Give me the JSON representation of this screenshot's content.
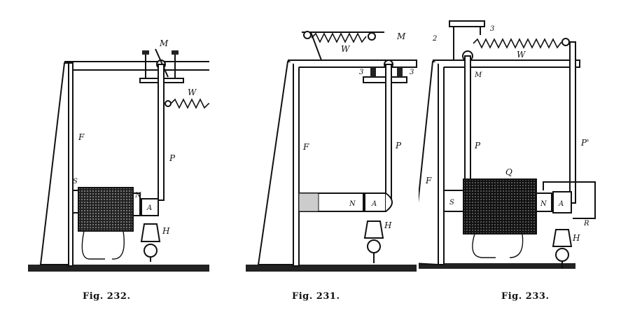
{
  "figures": [
    {
      "id": "fig-232",
      "caption": "Fig. 232.",
      "labels": {
        "frame": "F",
        "pendulum": "P",
        "spring": "W",
        "pivot": "M",
        "armature": "A",
        "pole": "N",
        "end": "S",
        "lamp": "H"
      }
    },
    {
      "id": "fig-231",
      "caption": "Fig. 231.",
      "labels": {
        "frame": "F",
        "pendulum": "P",
        "spring": "W",
        "pivot": "M",
        "armature": "A",
        "pole": "N",
        "lamp": "H",
        "screw_left": "3",
        "screw_right": "3"
      }
    },
    {
      "id": "fig-233",
      "caption": "Fig. 233.",
      "labels": {
        "frame": "F",
        "pendulum": "P",
        "pendulum2": "P'",
        "spring": "W",
        "pivot": "M",
        "armature": "A",
        "pole": "N",
        "end": "S",
        "lamp": "H",
        "coil": "Q",
        "relay": "R",
        "two": "2",
        "three": "3"
      }
    }
  ]
}
